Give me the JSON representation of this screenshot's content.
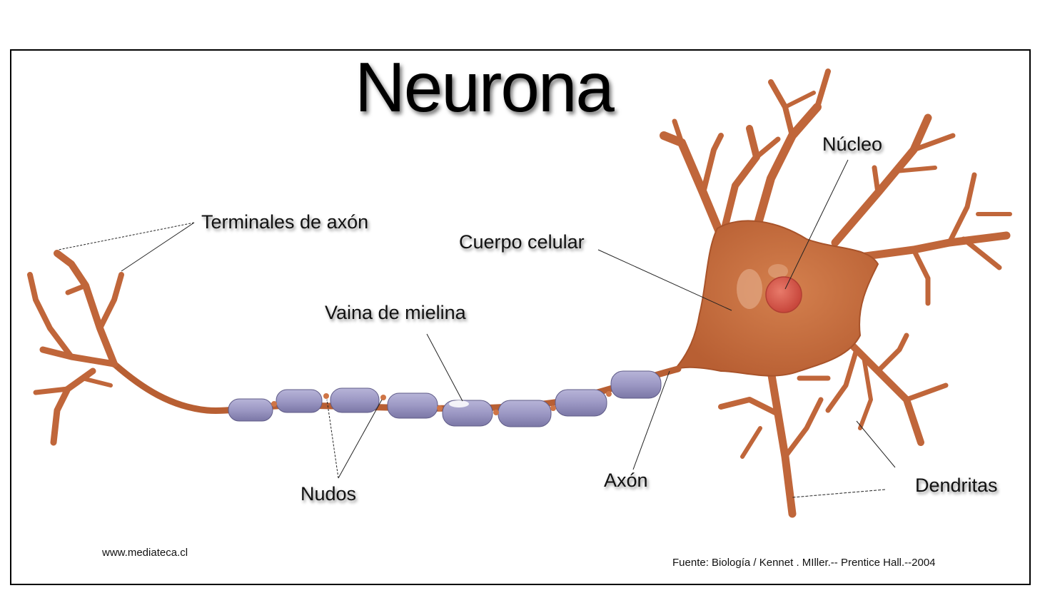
{
  "title": "Neurona",
  "labels": {
    "terminales": "Terminales de axón",
    "cuerpo": "Cuerpo celular",
    "nucleo": "Núcleo",
    "vaina": "Vaina de mielina",
    "nudos": "Nudos",
    "axon": "Axón",
    "dendritas": "Dendritas"
  },
  "footer": {
    "website": "www.mediateca.cl",
    "source": "Fuente: Biología / Kennet . MIller.-- Prentice Hall.--2004"
  },
  "colors": {
    "cell": "#c96a3a",
    "cell_dark": "#a8532a",
    "myelin": "#9c98c4",
    "nucleus": "#d9574a"
  }
}
